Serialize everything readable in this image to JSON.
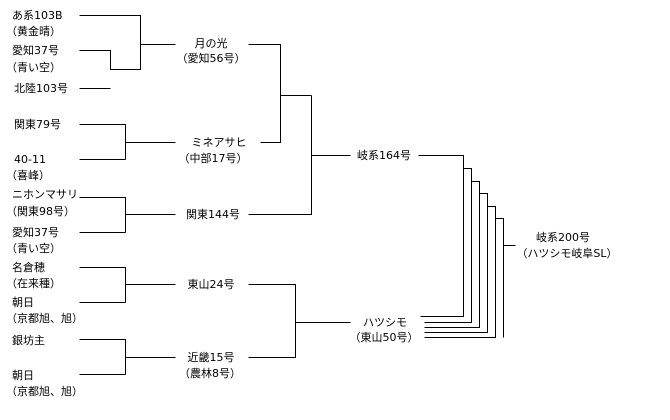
{
  "pedigree": {
    "ancestors": [
      {
        "name": "あ系103B",
        "note": "（黄金晴）"
      },
      {
        "name": "愛知37号",
        "note": "（青い空）"
      },
      {
        "name": "北陸103号",
        "note": ""
      },
      {
        "name": "関東79号",
        "note": ""
      },
      {
        "name": "40-11",
        "note": "（喜峰）"
      },
      {
        "name": "ニホンマサリ",
        "note": "（関東98号）"
      },
      {
        "name": "愛知37号",
        "note": "（青い空）"
      },
      {
        "name": "名倉穂",
        "note": "（在来種）"
      },
      {
        "name": "朝日",
        "note": "（京都旭、旭）"
      },
      {
        "name": "銀坊主",
        "note": ""
      },
      {
        "name": "朝日",
        "note": "（京都旭、旭）"
      }
    ],
    "intermediates": [
      {
        "name": "月の光",
        "note": "（愛知56号）"
      },
      {
        "name": "ミネアサヒ",
        "note": "（中部17号）"
      },
      {
        "name": "関東144号",
        "note": ""
      },
      {
        "name": "東山24号",
        "note": ""
      },
      {
        "name": "近畿15号",
        "note": "（農林8号）"
      }
    ],
    "parents": [
      {
        "name": "岐系164号",
        "note": ""
      },
      {
        "name": "ハツシモ",
        "note": "（東山50号）"
      }
    ],
    "result": {
      "name": "岐系200号",
      "note": "（ハツシモ岐阜SL）"
    }
  }
}
